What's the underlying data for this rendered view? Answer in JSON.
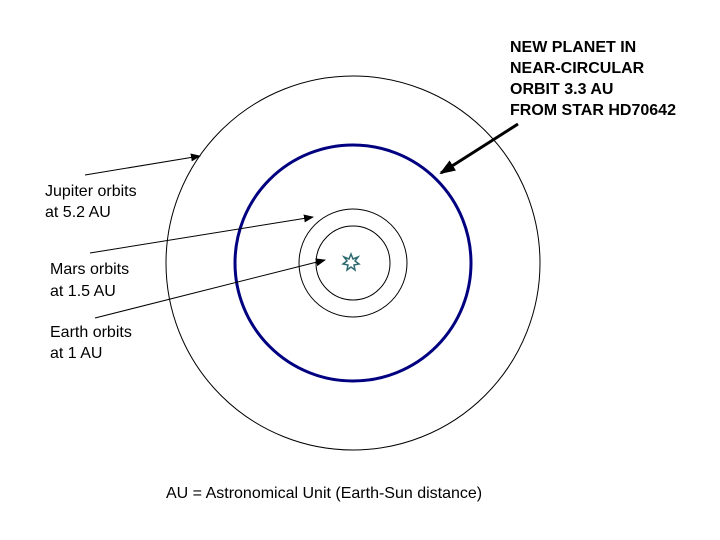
{
  "annotation": {
    "lines": [
      "NEW PLANET IN",
      "NEAR-CIRCULAR",
      "ORBIT 3.3 AU",
      "FROM STAR HD70642"
    ]
  },
  "labels": {
    "jupiter": [
      "Jupiter orbits",
      "at 5.2 AU"
    ],
    "mars": [
      "Mars orbits",
      "at 1.5 AU"
    ],
    "earth": [
      "Earth orbits",
      "at 1 AU"
    ]
  },
  "caption": "AU = Astronomical Unit (Earth-Sun distance)",
  "colors": {
    "new_planet_orbit": "#000080",
    "orbit": "#000000",
    "star": "#2e6b70"
  },
  "icons": {
    "star": "star-icon"
  }
}
